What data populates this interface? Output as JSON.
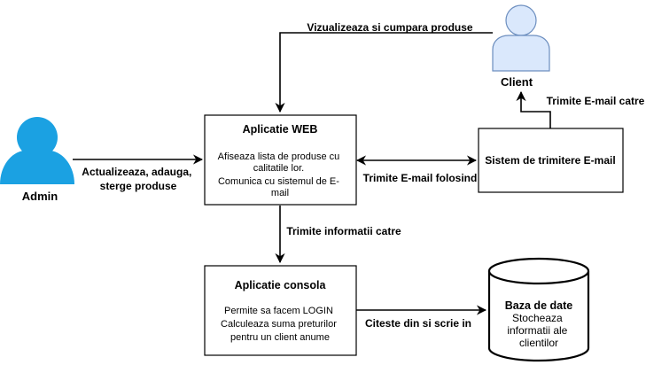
{
  "colors": {
    "admin_fill": "#1ba1e2",
    "client_fill": "#dae8fc",
    "client_stroke": "#6c8ebf",
    "stroke": "#000000"
  },
  "actors": {
    "admin": {
      "name": "Admin",
      "icon": "user-icon"
    },
    "client": {
      "name": "Client",
      "icon": "user-icon"
    }
  },
  "boxes": {
    "web": {
      "title": "Aplicatie WEB",
      "body": [
        "Afiseaza lista de produse cu",
        "calitatile lor.",
        "Comunica cu sistemul de E-",
        "mail"
      ]
    },
    "console": {
      "title": "Aplicatie consola",
      "body": [
        "Permite sa facem LOGIN",
        "Calculeaza suma preturilor",
        "pentru un client anume"
      ]
    },
    "email": {
      "title": "Sistem de trimitere E-mail"
    },
    "database": {
      "title": "Baza de date",
      "body": [
        "Stocheaza",
        "informatii ale",
        "clientilor"
      ]
    }
  },
  "edges": {
    "client_web": "Vizualizeaza si cumpara produse",
    "admin_web": [
      "Actualizeaza, adauga,",
      "sterge produse"
    ],
    "email_client": "Trimite E-mail catre",
    "web_email": "Trimite E-mail folosind",
    "web_console": "Trimite informatii catre",
    "console_db": "Citeste din si scrie in"
  }
}
